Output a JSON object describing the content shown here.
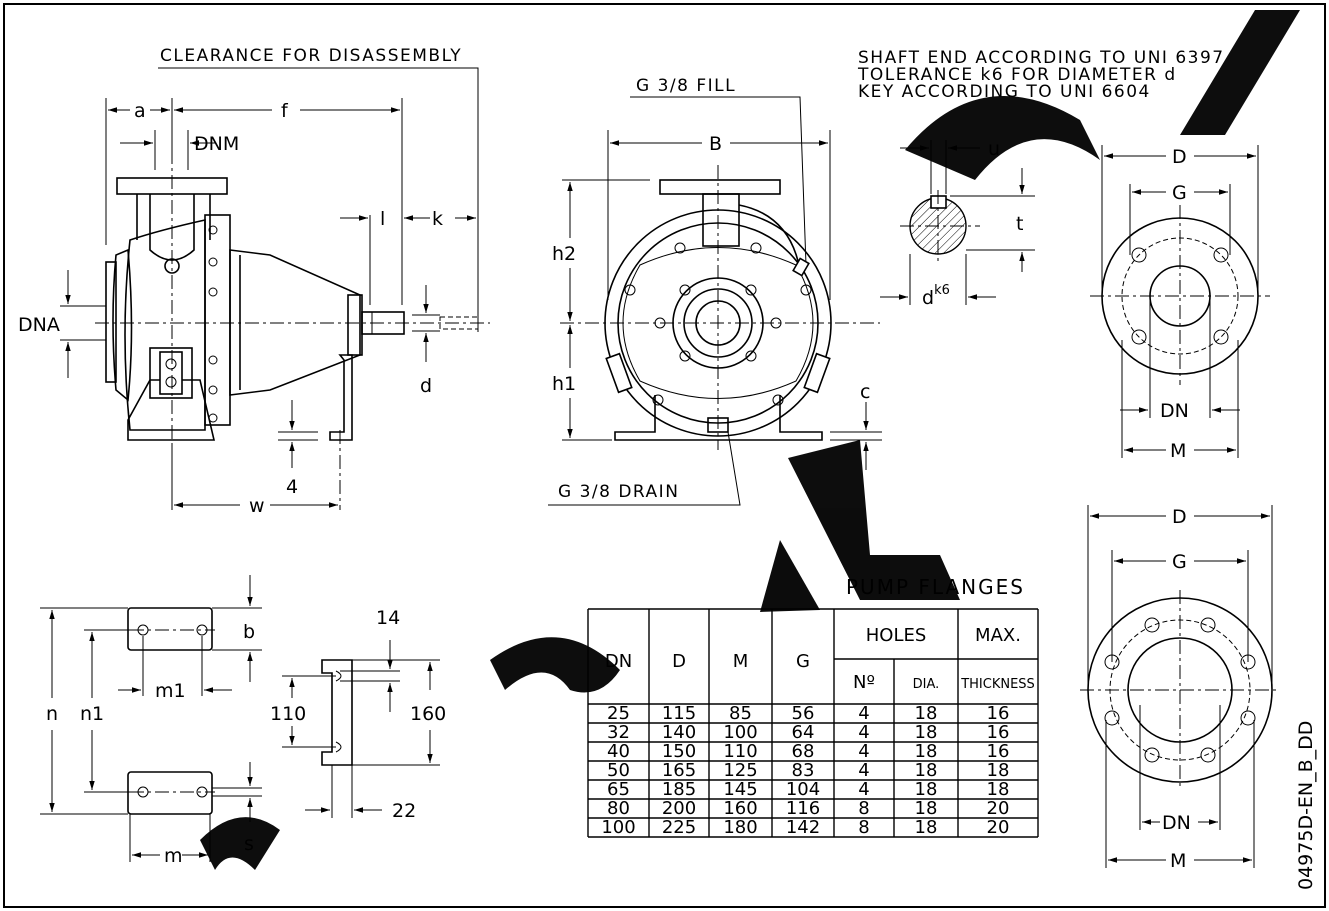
{
  "notes": {
    "clearance": "CLEARANCE FOR DISASSEMBLY",
    "shaft_line1": "SHAFT END ACCORDING TO UNI 6397",
    "shaft_line2": "TOLERANCE k6 FOR DIAMETER d",
    "shaft_line3": "KEY ACCORDING TO UNI 6604",
    "fill": "G 3/8 FILL",
    "drain": "G 3/8 DRAIN",
    "doc_code": "04975D-EN_B_DD"
  },
  "dims": {
    "a": "a",
    "f": "f",
    "dnm": "DNM",
    "l": "l",
    "k": "k",
    "dna": "DNA",
    "d": "d",
    "four": "4",
    "w": "w",
    "B": "B",
    "h2": "h2",
    "h1": "h1",
    "c": "c",
    "u": "u",
    "t": "t",
    "dk6_base": "d",
    "dk6_sup": "k6",
    "D_top": "D",
    "G_top": "G",
    "DN_top": "DN",
    "M_top": "M",
    "D_bot": "D",
    "G_bot": "G",
    "DN_bot": "DN",
    "M_bot": "M",
    "b": "b",
    "m1": "m1",
    "n": "n",
    "n1": "n1",
    "m": "m",
    "s": "s",
    "fourteen": "14",
    "one_ten": "110",
    "one_sixty": "160",
    "twenty_two": "22"
  },
  "table": {
    "title": "PUMP FLANGES",
    "headers": {
      "dn": "DN",
      "d": "D",
      "m": "M",
      "g": "G",
      "holes": "HOLES",
      "no": "Nº",
      "dia": "DIA.",
      "max": "MAX.",
      "thickness": "THICKNESS"
    },
    "rows": [
      [
        "25",
        "115",
        "85",
        "56",
        "4",
        "18",
        "16"
      ],
      [
        "32",
        "140",
        "100",
        "64",
        "4",
        "18",
        "16"
      ],
      [
        "40",
        "150",
        "110",
        "68",
        "4",
        "18",
        "16"
      ],
      [
        "50",
        "165",
        "125",
        "83",
        "4",
        "18",
        "18"
      ],
      [
        "65",
        "185",
        "145",
        "104",
        "4",
        "18",
        "18"
      ],
      [
        "80",
        "200",
        "160",
        "116",
        "8",
        "18",
        "20"
      ],
      [
        "100",
        "225",
        "180",
        "142",
        "8",
        "18",
        "20"
      ]
    ]
  }
}
